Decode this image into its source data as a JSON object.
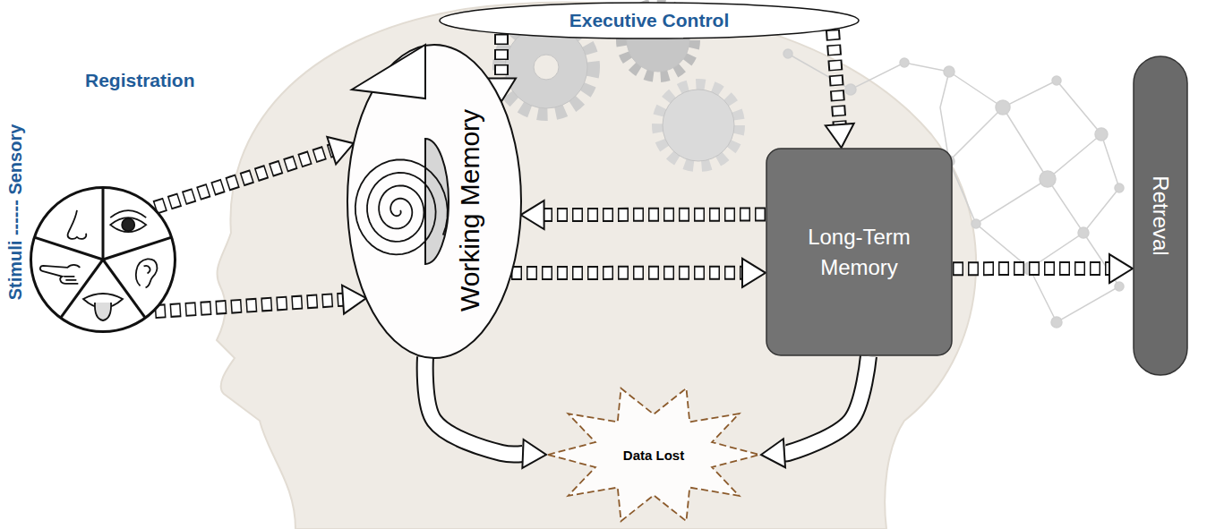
{
  "diagram": {
    "nodes": [
      {
        "text": [
          "Registration",
          "Stimuli ------ Sensory"
        ]
      },
      {
        "text": [
          "Executive Control"
        ]
      },
      {
        "text": [
          "Working Memory"
        ]
      },
      {
        "text": [
          "Long-Term Memory"
        ]
      },
      {
        "text": [
          "Retreval"
        ]
      },
      {
        "text": [
          "Data Lost"
        ]
      }
    ],
    "edges": [
      {
        "from": 0,
        "to": 2,
        "arrow": "to"
      },
      {
        "from": 0,
        "to": 2,
        "arrow": "to"
      },
      {
        "from": 1,
        "to": 2,
        "arrow": "to"
      },
      {
        "from": 1,
        "to": 3,
        "arrow": "to"
      },
      {
        "from": 3,
        "to": 2,
        "arrow": "to"
      },
      {
        "from": 2,
        "to": 3,
        "arrow": "to"
      },
      {
        "from": 3,
        "to": 4,
        "arrow": "to"
      },
      {
        "from": 2,
        "to": 5,
        "arrow": "to"
      },
      {
        "from": 3,
        "to": 5,
        "arrow": "to"
      }
    ]
  }
}
